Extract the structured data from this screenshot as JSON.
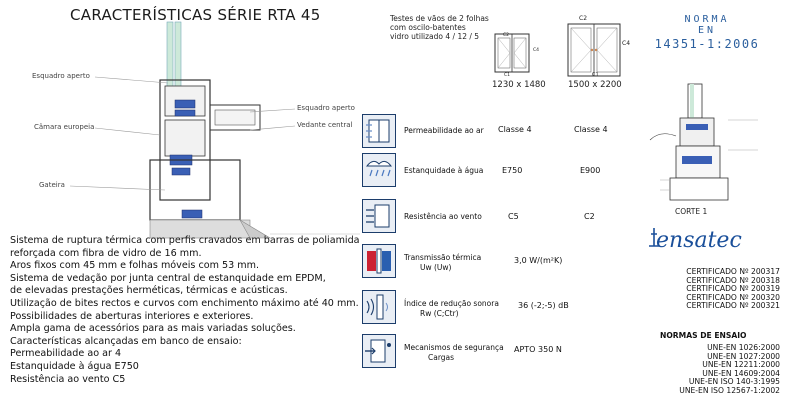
{
  "title": "CARACTERÍSTICAS SÉRIE RTA 45",
  "profile_labels": [
    "Esquadro aperto",
    "Câmara europeia",
    "Gateira",
    "Esquadro aperto",
    "Vedante central"
  ],
  "description": [
    "Sistema de ruptura térmica com perfis cravados em barras de poliamida",
    "reforçada com fibra de vidro de 16 mm.",
    "Aros fixos com 45 mm e folhas móveis com 53 mm.",
    "Sistema de vedação por junta central de estanquidade em EPDM,",
    "de elevadas prestações herméticas, térmicas e acústicas.",
    "Utilização de bites rectos e curvos com enchimento máximo até 40 mm.",
    "Possibilidades de aberturas interiores e exteriores.",
    "Ampla gama de acessórios para as mais variadas soluções.",
    "Características alcançadas em banco de ensaio:",
    "Permeabilidade ao ar 4",
    "Estanquidade à água E750",
    "Resistência ao vento C5"
  ],
  "tests": {
    "caption": [
      "Testes de vãos de 2 folhas",
      "com oscilo-batentes",
      "vidro utilizado 4 / 12 / 5"
    ],
    "sizes": [
      "1230 x 1480",
      "1500 x 2200"
    ],
    "small_marks": {
      "c1": "C1",
      "c2": "C2",
      "c3": "C3",
      "c4": "C4"
    }
  },
  "norma": {
    "line1": "NORMA",
    "line2": "EN",
    "line3": "14351-1:2006"
  },
  "rows": [
    {
      "label": "Permeabilidade ao ar",
      "v1": "Classe 4",
      "v2": "Classe 4",
      "icon": "air-permeability-icon"
    },
    {
      "label": "Estanquidade à água",
      "v1": "E750",
      "v2": "E900",
      "icon": "water-tightness-icon"
    },
    {
      "label": "Resistência ao vento",
      "v1": "C5",
      "v2": "C2",
      "icon": "wind-resistance-icon"
    },
    {
      "label": "Transmissão térmica",
      "sub": "Uw (Uw)",
      "v1": "3,0 W/(m²K)",
      "v2": "",
      "icon": "thermal-transmission-icon"
    },
    {
      "label": "Índice de redução sonora",
      "sub": "Rw (C;Ctr)",
      "v1": "36 (-2;-5)  dB",
      "v2": "",
      "icon": "sound-reduction-icon"
    },
    {
      "label": "Mecanismos de segurança",
      "sub": "Cargas",
      "v1": "APTO 350 N",
      "v2": "",
      "icon": "security-mechanism-icon"
    }
  ],
  "corte": "CORTE 1",
  "brand": "ensatec",
  "certificates": [
    "CERTIFICADO Nº 200317",
    "CERTIFICADO Nº 200318",
    "CERTIFICADO Nº 200319",
    "CERTIFICADO Nº 200320",
    "CERTIFICADO Nº 200321"
  ],
  "ensaio_title": "NORMAS DE ENSAIO",
  "ensaio": [
    "UNE-EN 1026:2000",
    "UNE-EN 1027:2000",
    "UNE-EN 12211:2000",
    "UNE-EN 14609:2004",
    "UNE-EN ISO 140-3:1995",
    "UNE-EN ISO 12567-1:2002"
  ],
  "colors": {
    "profile_blue": "#3a5fb5",
    "norma_blue": "#2b5f9e",
    "icon_border": "#1c3d6b"
  }
}
